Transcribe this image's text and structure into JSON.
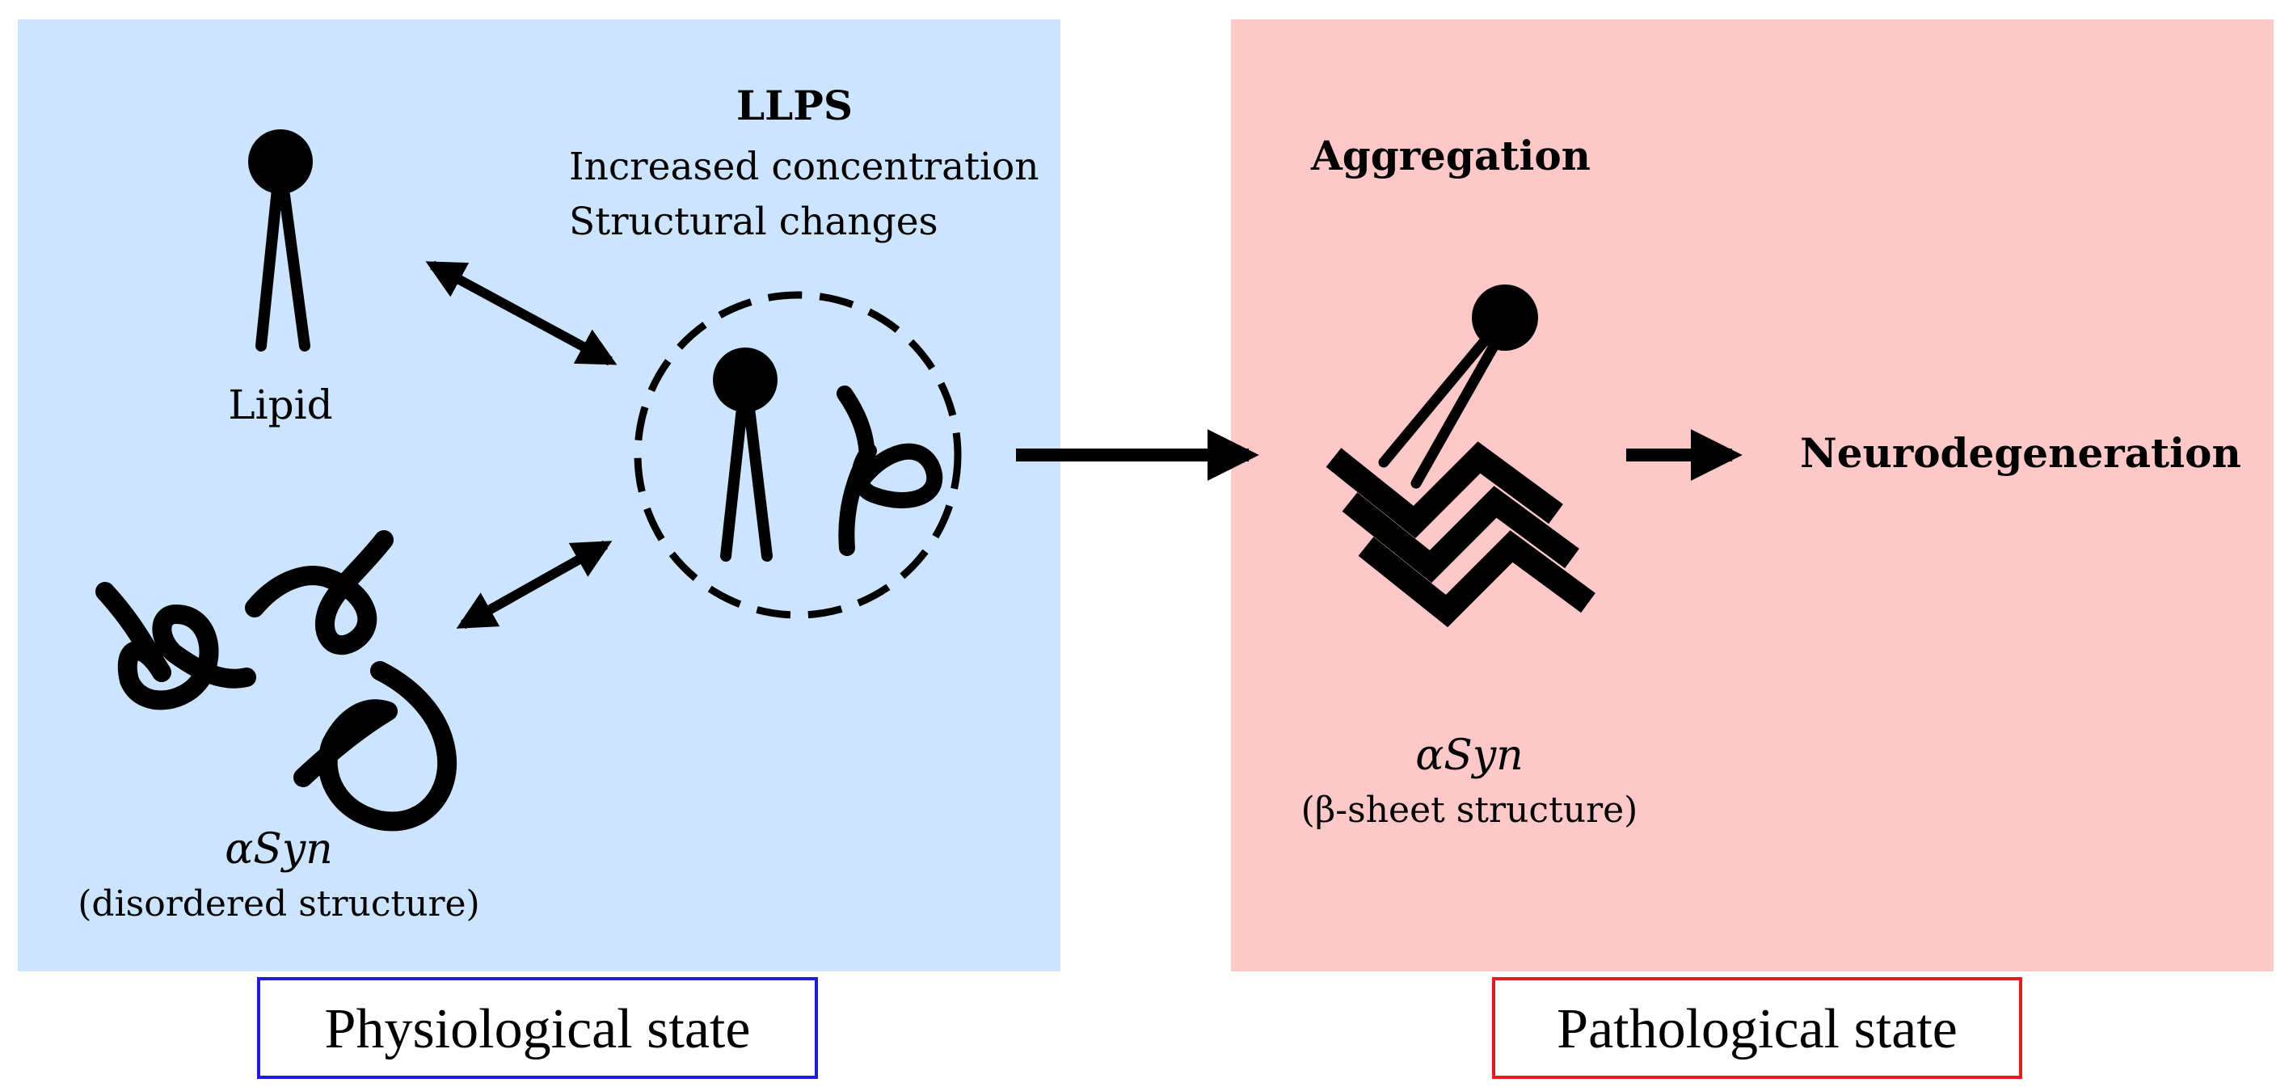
{
  "physiological": {
    "llps_title": "LLPS",
    "llps_line1": "Increased concentration",
    "llps_line2": "Structural changes",
    "lipid_label": "Lipid",
    "asyn_label": "αSyn",
    "asyn_structure": "(disordered structure)",
    "state_label": "Physiological state"
  },
  "pathological": {
    "aggregation_title": "Aggregation",
    "asyn_label": "αSyn",
    "asyn_structure": "(β-sheet structure)",
    "outcome_label": "Neurodegeneration",
    "state_label": "Pathological state"
  },
  "colors": {
    "physiological_bg": "#cce4fd",
    "pathological_bg": "#fdc8c8",
    "physiological_border": "#1c1cd6",
    "pathological_border": "#e11d1d",
    "ink": "#000000"
  }
}
